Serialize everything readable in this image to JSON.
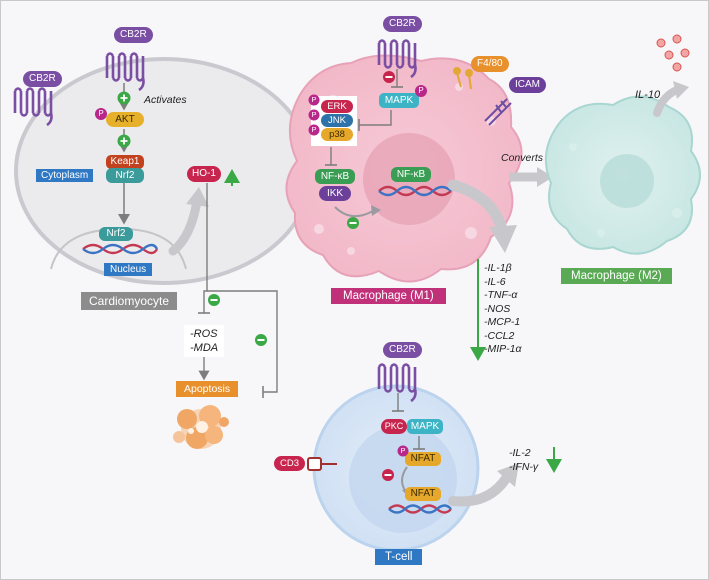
{
  "receptor": "CB2R",
  "cardiomyocyte": {
    "title": "Cardiomyocyte",
    "cytoplasm": "Cytoplasm",
    "nucleus": "Nucleus",
    "activates": "Activates",
    "akt": "AKT",
    "keap1": "Keap1",
    "nrf2": "Nrf2",
    "nrf2_nuclear": "Nrf2",
    "ho1": "HO-1",
    "p": "P"
  },
  "stress": {
    "items": [
      "-ROS",
      "-MDA"
    ],
    "apoptosis": "Apoptosis"
  },
  "macrophage_m1": {
    "title": "Macrophage (M1)",
    "mapk": "MAPK",
    "erk": "ERK",
    "jnk": "JNK",
    "p38": "p38",
    "nfkb": "NF-κB",
    "ikk": "IKK",
    "nfkb_nuclear": "NF-κB",
    "f480": "F4/80",
    "icam": "ICAM",
    "converts": "Converts",
    "cytokines": [
      "-IL-1β",
      "-IL-6",
      "-TNF-α",
      "-NOS",
      "-MCP-1",
      "-CCL2",
      "-MIP-1α"
    ]
  },
  "macrophage_m2": {
    "title": "Macrophage (M2)",
    "il10": "IL-10"
  },
  "tcell": {
    "title": "T-cell",
    "cd3": "CD3",
    "pkc": "PKC",
    "mapk": "MAPK",
    "nfat": "NFAT",
    "nfat_nuclear": "NFAT",
    "cytokines": [
      "-IL-2",
      "-IFN-γ"
    ]
  },
  "colors": {
    "receptor": "#7a4fa3",
    "inhibit_green": "#3aa845",
    "inhibit_red": "#c7254e",
    "label_blue": "#2f78c4",
    "label_grey": "#8c8c8c",
    "label_magenta": "#c0317a",
    "label_green": "#5aa955",
    "apoptosis_orange": "#e8902c"
  }
}
